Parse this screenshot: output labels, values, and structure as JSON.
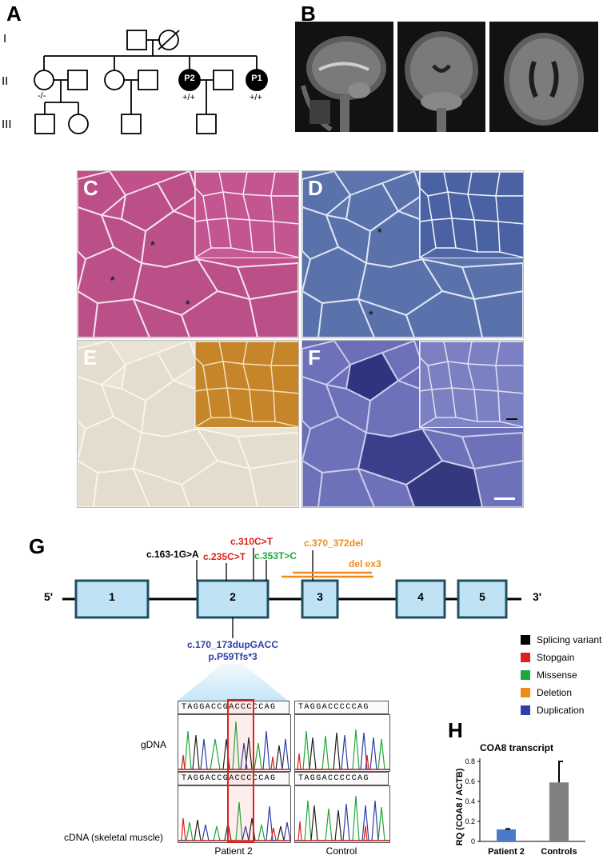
{
  "panels": {
    "A": "A",
    "B": "B",
    "C": "C",
    "D": "D",
    "E": "E",
    "F": "F",
    "G": "G",
    "H": "H"
  },
  "pedigree": {
    "generations": [
      "I",
      "II",
      "III"
    ],
    "patients": [
      "P2",
      "P1"
    ],
    "genotypes": [
      "-/-",
      "+/+",
      "+/+"
    ]
  },
  "gene": {
    "five_prime": "5'",
    "three_prime": "3'",
    "exons": [
      "1",
      "2",
      "3",
      "4",
      "5"
    ],
    "variants": [
      {
        "label": "c.163-1G>A",
        "type": "splicing"
      },
      {
        "label": "c.235C>T",
        "type": "stopgain"
      },
      {
        "label": "c.310C>T",
        "type": "stopgain"
      },
      {
        "label": "c.353T>C",
        "type": "missense"
      },
      {
        "label": "c.370_372del",
        "type": "deletion"
      },
      {
        "label": "del ex3",
        "type": "deletion"
      }
    ],
    "dup_label_1": "c.170_173dupGACC",
    "dup_label_2": "p.P59Tfs*3"
  },
  "legend": [
    {
      "label": "Splicing variant",
      "color": "#000000"
    },
    {
      "label": "Stopgain",
      "color": "#e0201b"
    },
    {
      "label": "Missense",
      "color": "#1fa83a"
    },
    {
      "label": "Deletion",
      "color": "#f08a1c"
    },
    {
      "label": "Duplication",
      "color": "#2f3ea8"
    }
  ],
  "colors": {
    "exon_fill": "#bfe3f5",
    "exon_stroke": "#234f63",
    "stopgain": "#e0201b",
    "missense": "#1fa83a",
    "deletion": "#f08a1c",
    "duplication": "#2f3ea8"
  },
  "sequencing": {
    "patient_seq": "TAGGACCGACCCCCAG",
    "control_seq": "TAGGACCCCCAG",
    "row_gdna": "gDNA",
    "row_cdna": "cDNA (skeletal muscle)",
    "col_patient": "Patient 2",
    "col_control": "Control"
  },
  "chart_data": {
    "type": "bar",
    "title": "COA8 transcript",
    "ylabel": "RQ (COA8 / ACTB)",
    "categories": [
      "Patient 2",
      "Controls"
    ],
    "values": [
      0.12,
      0.59
    ],
    "errors": [
      0.005,
      0.21
    ],
    "colors": [
      "#4a79c9",
      "#808080"
    ],
    "ylim": [
      0,
      0.8
    ],
    "yticks": [
      "0",
      "0.2",
      "0.4",
      "0.6",
      "0.8"
    ],
    "grid": false
  }
}
